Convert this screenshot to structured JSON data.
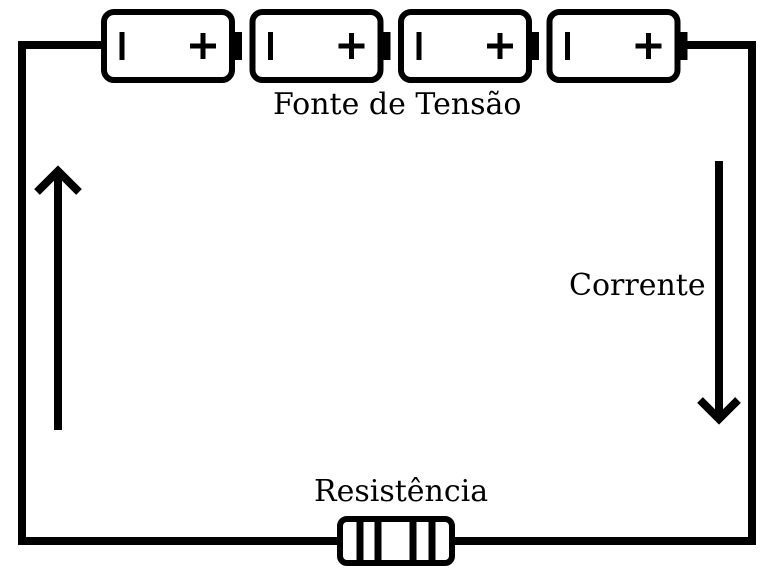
{
  "labels": {
    "voltage_source": "Fonte de Tensão",
    "current": "Corrente",
    "resistance": "Resistência"
  },
  "battery_count": 4,
  "colors": {
    "stroke": "#000000",
    "background": "#ffffff"
  }
}
